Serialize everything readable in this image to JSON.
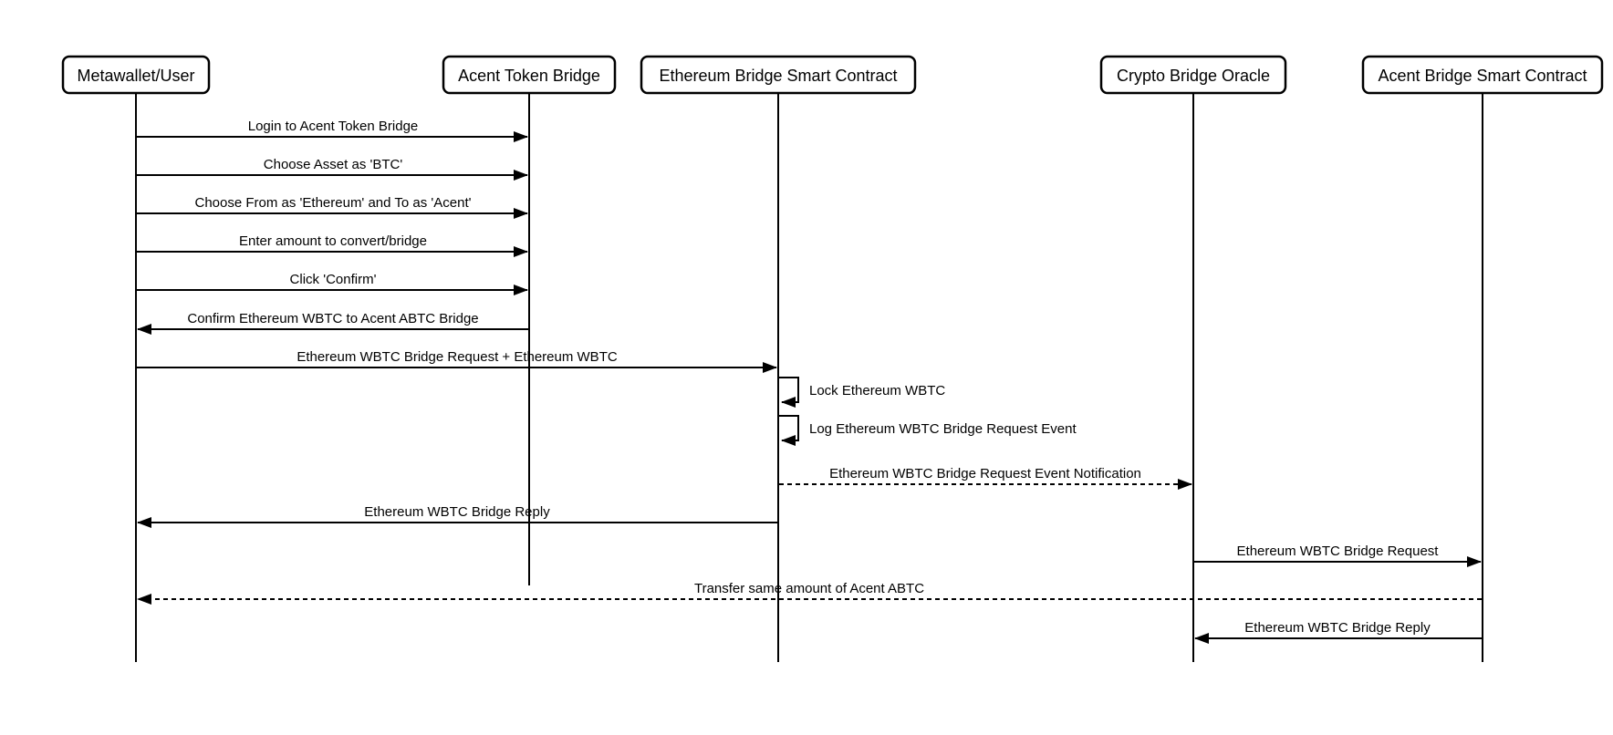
{
  "diagram": {
    "type": "sequence-diagram",
    "colors": {
      "stroke": "#000000",
      "background": "#ffffff",
      "text": "#000000"
    },
    "participants": [
      {
        "id": "metawallet-user",
        "name": "Metawallet/User"
      },
      {
        "id": "acent-token-bridge",
        "name": "Acent Token Bridge"
      },
      {
        "id": "ethereum-bridge-smart-contract",
        "name": "Ethereum Bridge Smart Contract"
      },
      {
        "id": "crypto-bridge-oracle",
        "name": "Crypto Bridge Oracle"
      },
      {
        "id": "acent-bridge-smart-contract",
        "name": "Acent Bridge Smart Contract"
      }
    ],
    "messages": [
      {
        "from": "Metawallet/User",
        "to": "Acent Token Bridge",
        "label": "Login to Acent Token Bridge",
        "style": "solid"
      },
      {
        "from": "Metawallet/User",
        "to": "Acent Token Bridge",
        "label": "Choose Asset as 'BTC'",
        "style": "solid"
      },
      {
        "from": "Metawallet/User",
        "to": "Acent Token Bridge",
        "label": "Choose From as 'Ethereum' and To as 'Acent'",
        "style": "solid"
      },
      {
        "from": "Metawallet/User",
        "to": "Acent Token Bridge",
        "label": "Enter amount to convert/bridge",
        "style": "solid"
      },
      {
        "from": "Metawallet/User",
        "to": "Acent Token Bridge",
        "label": "Click 'Confirm'",
        "style": "solid"
      },
      {
        "from": "Acent Token Bridge",
        "to": "Metawallet/User",
        "label": "Confirm Ethereum WBTC to Acent ABTC Bridge",
        "style": "solid"
      },
      {
        "from": "Metawallet/User",
        "to": "Ethereum Bridge Smart Contract",
        "label": "Ethereum WBTC Bridge Request + Ethereum WBTC",
        "style": "solid"
      },
      {
        "from": "Ethereum Bridge Smart Contract",
        "to": "Ethereum Bridge Smart Contract",
        "label": "Lock Ethereum WBTC",
        "style": "self"
      },
      {
        "from": "Ethereum Bridge Smart Contract",
        "to": "Ethereum Bridge Smart Contract",
        "label": "Log Ethereum WBTC Bridge Request Event",
        "style": "self"
      },
      {
        "from": "Ethereum Bridge Smart Contract",
        "to": "Crypto Bridge Oracle",
        "label": "Ethereum WBTC Bridge Request Event Notification",
        "style": "dashed"
      },
      {
        "from": "Ethereum Bridge Smart Contract",
        "to": "Metawallet/User",
        "label": "Ethereum WBTC Bridge Reply",
        "style": "solid"
      },
      {
        "from": "Crypto Bridge Oracle",
        "to": "Acent Bridge Smart Contract",
        "label": "Ethereum WBTC Bridge Request",
        "style": "solid"
      },
      {
        "from": "Acent Bridge Smart Contract",
        "to": "Metawallet/User",
        "label": "Transfer same amount of Acent ABTC",
        "style": "dashed"
      },
      {
        "from": "Acent Bridge Smart Contract",
        "to": "Crypto Bridge Oracle",
        "label": "Ethereum WBTC Bridge Reply",
        "style": "solid"
      }
    ]
  }
}
